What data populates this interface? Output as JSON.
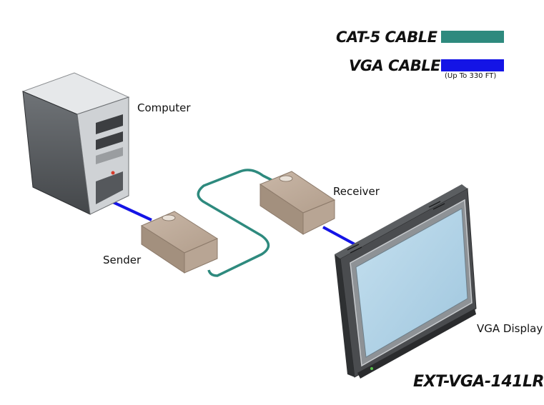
{
  "legend": {
    "cat5_label": "CAT-5 CABLE",
    "vga_label": "VGA CABLE",
    "cat5_color": "#2e8a7e",
    "vga_color": "#1414e6",
    "note": "(Up To 330 FT)"
  },
  "devices": {
    "computer": "Computer",
    "sender": "Sender",
    "receiver": "Receiver",
    "display": "VGA Display"
  },
  "model": "EXT-VGA-141LR"
}
